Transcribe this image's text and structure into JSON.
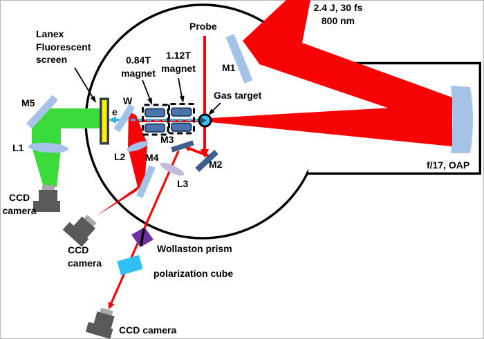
{
  "colors": {
    "beam_red": "#f70505",
    "electron_beam_cyan": "#2fb9ec",
    "green_beam": "#3bdb3b",
    "optic_light_blue": "#a5c3e8",
    "optic_dark_blue": "#3d608f",
    "magnet_fill": "#4b74ad",
    "magnet_border": "#17375e",
    "lens_lavender": "#c2b9dc",
    "screen_yellow": "#fff100",
    "screen_frame_dark": "#333e4d",
    "target_cyan": "#35c2f2",
    "target_wedge": "#2e5577",
    "wollaston_purple": "#7030a0",
    "cube_cyan": "#2fbff0",
    "camera_gray": "#595959",
    "camera_lens_gray": "#a8a8a8"
  },
  "labels": {
    "laser_spec": "2.4 J, 30 fs\n800 nm",
    "probe": "Probe",
    "m1": "M1",
    "lanex_screen": "Lanex\nFluorescent\nscreen",
    "magnet_084": "0.84T\nmagnet",
    "magnet_112": "1.12T\nmagnet",
    "gas_target": "Gas target",
    "m5": "M5",
    "electron": "e",
    "wedge": "W",
    "m3": "M3",
    "m2": "M2",
    "l2": "L2",
    "m4": "M4",
    "l3": "L3",
    "l1": "L1",
    "oap": "f/17, OAP",
    "ccd_camera_1": "CCD\ncamera",
    "ccd_camera_2": "CCD\ncamera",
    "ccd_camera_3": "CCD camera",
    "wollaston_prism": "Wollaston prism",
    "polarization_cube": "polarization cube"
  }
}
